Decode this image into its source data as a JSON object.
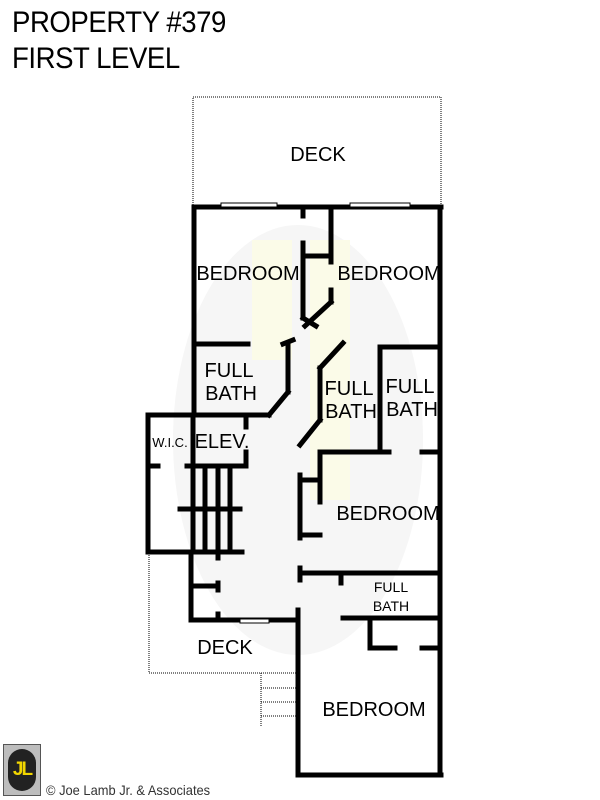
{
  "header": {
    "property": "PROPERTY #379",
    "level": "FIRST LEVEL"
  },
  "rooms": {
    "deck_top": "DECK",
    "bedroom_nw": "BEDROOM",
    "bedroom_ne": "BEDROOM",
    "bath_west_1": "FULL",
    "bath_west_2": "BATH",
    "bath_center_1": "FULL",
    "bath_center_2": "BATH",
    "bath_east_1": "FULL",
    "bath_east_2": "BATH",
    "wic": "W.I.C.",
    "elevator": "ELEV.",
    "bedroom_mid": "BEDROOM",
    "bath_small_1": "FULL",
    "bath_small_2": "BATH",
    "deck_bottom": "DECK",
    "bedroom_south": "BEDROOM"
  },
  "footer": {
    "logo_text": "JL",
    "copyright": "© Joe Lamb Jr. & Associates"
  },
  "colors": {
    "wall": "#000000",
    "watermark": "#f7f7ee",
    "logo_yellow": "#f2d600"
  }
}
